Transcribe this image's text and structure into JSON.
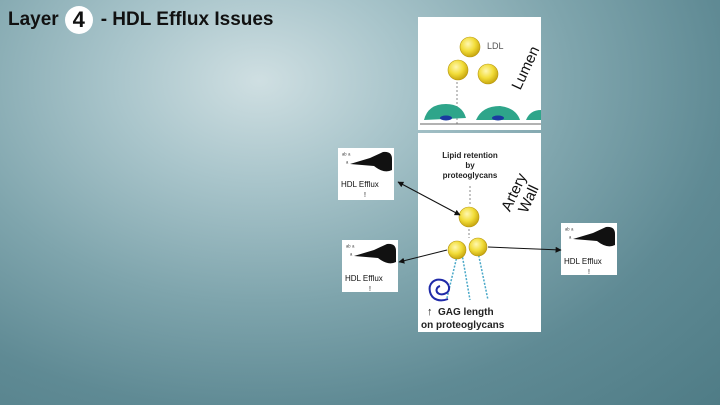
{
  "title": {
    "layer_word": "Layer",
    "layer_number": "4",
    "topic": "- HDL Efflux Issues"
  },
  "diagram": {
    "ldl_label": "LDL",
    "lumen_label": "Lumen",
    "artery_wall_line1": "Artery",
    "artery_wall_line2": "Wall",
    "lipid_retention_line1": "Lipid retention",
    "lipid_retention_line2": "by",
    "lipid_retention_line3": "proteoglycans",
    "gag_line1": "GAG length",
    "gag_line2": "on proteoglycans",
    "gag_arrow": "↑"
  },
  "callouts": [
    {
      "label": "HDL Efflux",
      "mark": "!"
    },
    {
      "label": "HDL Efflux",
      "mark": "!"
    },
    {
      "label": "HDL Efflux",
      "mark": "!"
    }
  ],
  "colors": {
    "particle": "#f2dd3a",
    "endothelium": "#2ea58a",
    "gag_coil": "#1f2aa8",
    "strand": "#4aa8c8"
  }
}
